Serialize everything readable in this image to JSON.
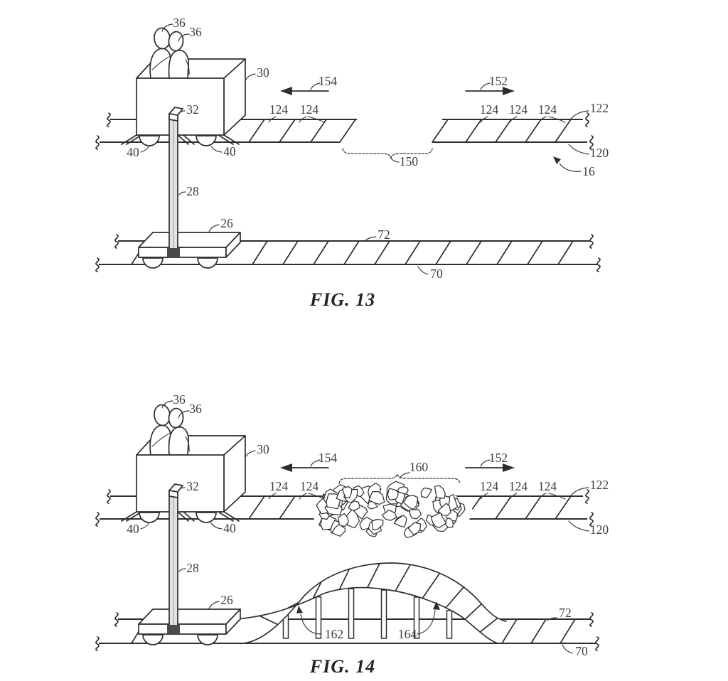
{
  "meta": {
    "document_type": "patent figure sheet",
    "background_color": "#ffffff",
    "line_color": "#2e2e2e",
    "label_color": "#3c3c3c"
  },
  "fig13": {
    "caption": "FIG. 13",
    "labels": {
      "passenger_back": "36",
      "passenger_front": "36",
      "ride_vehicle": "30",
      "mast_mount": "32",
      "wheel_left": "40",
      "wheel_right": "40",
      "direction_left": "154",
      "direction_right": "152",
      "tie_left_1": "124",
      "tie_left_2": "124",
      "tie_right_1": "124",
      "tie_right_2": "124",
      "tie_right_3": "124",
      "upper_track_surface": "122",
      "upper_track_base": "120",
      "track_gap": "150",
      "system": "16",
      "mast": "28",
      "transport_carriage": "26",
      "lower_track_surface": "72",
      "lower_track_base": "70"
    }
  },
  "fig14": {
    "caption": "FIG. 14",
    "labels": {
      "passenger_back": "36",
      "passenger_front": "36",
      "ride_vehicle": "30",
      "mast_mount": "32",
      "wheel_left": "40",
      "wheel_right": "40",
      "direction_left": "154",
      "direction_right": "152",
      "tie_left_1": "124",
      "tie_left_2": "124",
      "tie_right_1": "124",
      "tie_right_2": "124",
      "tie_right_3": "124",
      "upper_track_surface": "122",
      "upper_track_base": "120",
      "debris_pile": "160",
      "ramp_ascent": "162",
      "ramp_descent": "164",
      "mast": "28",
      "transport_carriage": "26",
      "lower_track_surface": "72",
      "lower_track_base": "70"
    }
  }
}
